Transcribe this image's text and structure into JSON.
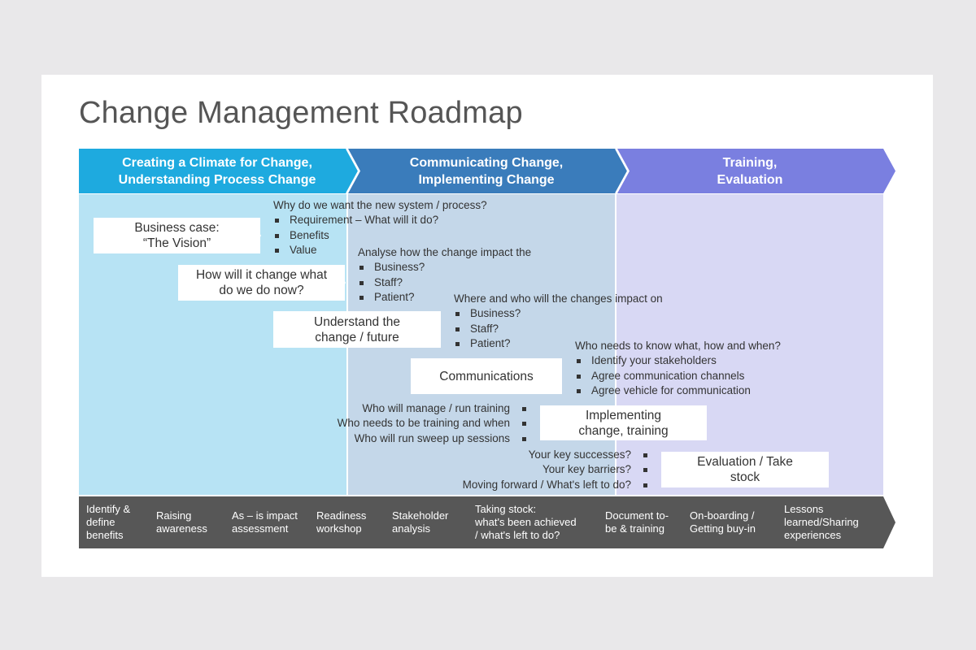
{
  "title": "Change Management Roadmap",
  "colors": {
    "phase1": "#1eaadf",
    "phase2": "#3a7cbb",
    "phase3": "#7a7fe0",
    "col1_bg": "#b7e3f4",
    "col2_bg": "#c4d7e9",
    "col3_bg": "#d8d8f4",
    "bottom_bar": "#575757"
  },
  "phases": [
    {
      "line1": "Creating a Climate for Change,",
      "line2": "Understanding Process Change"
    },
    {
      "line1": "Communicating Change,",
      "line2": "Implementing Change"
    },
    {
      "line1": "Training,",
      "line2": "Evaluation"
    }
  ],
  "steps": [
    {
      "box": [
        "Business case:",
        "“The Vision”"
      ],
      "heading": "Why do we want the new system / process?",
      "bullets": [
        "Requirement – What will it do?",
        "Benefits",
        "Value"
      ]
    },
    {
      "box": [
        "How will it change what",
        "do we do now?"
      ],
      "heading": "Analyse how the change impact the",
      "bullets": [
        "Business?",
        "Staff?",
        "Patient?"
      ]
    },
    {
      "box": [
        "Understand the",
        "change / future"
      ],
      "heading": "Where and who will the changes impact on",
      "bullets": [
        "Business?",
        "Staff?",
        "Patient?"
      ]
    },
    {
      "box": [
        "Communications"
      ],
      "heading": "Who needs to know what, how and when?",
      "bullets": [
        "Identify your stakeholders",
        "Agree communication channels",
        "Agree vehicle for communication"
      ]
    },
    {
      "box": [
        "Implementing",
        "change, training"
      ],
      "heading": "",
      "bullets": [
        "Who will manage / run training",
        "Who needs to be training and when",
        "Who will run sweep up sessions"
      ]
    },
    {
      "box": [
        "Evaluation / Take",
        "stock"
      ],
      "heading": "",
      "bullets": [
        "Your key successes?",
        "Your key barriers?",
        "Moving forward / What's left to do?"
      ]
    }
  ],
  "bottom_steps": [
    [
      "Identify &",
      "define",
      "benefits"
    ],
    [
      "Raising",
      "awareness"
    ],
    [
      "As – is impact",
      "assessment"
    ],
    [
      "Readiness",
      "workshop"
    ],
    [
      "Stakeholder",
      "analysis"
    ],
    [
      "Taking stock:",
      "what's been achieved",
      "/ what's left to do?"
    ],
    [
      "Document to-",
      "be & training"
    ],
    [
      "On-boarding /",
      "Getting buy-in"
    ],
    [
      "Lessons",
      "learned/Sharing",
      "experiences"
    ]
  ]
}
